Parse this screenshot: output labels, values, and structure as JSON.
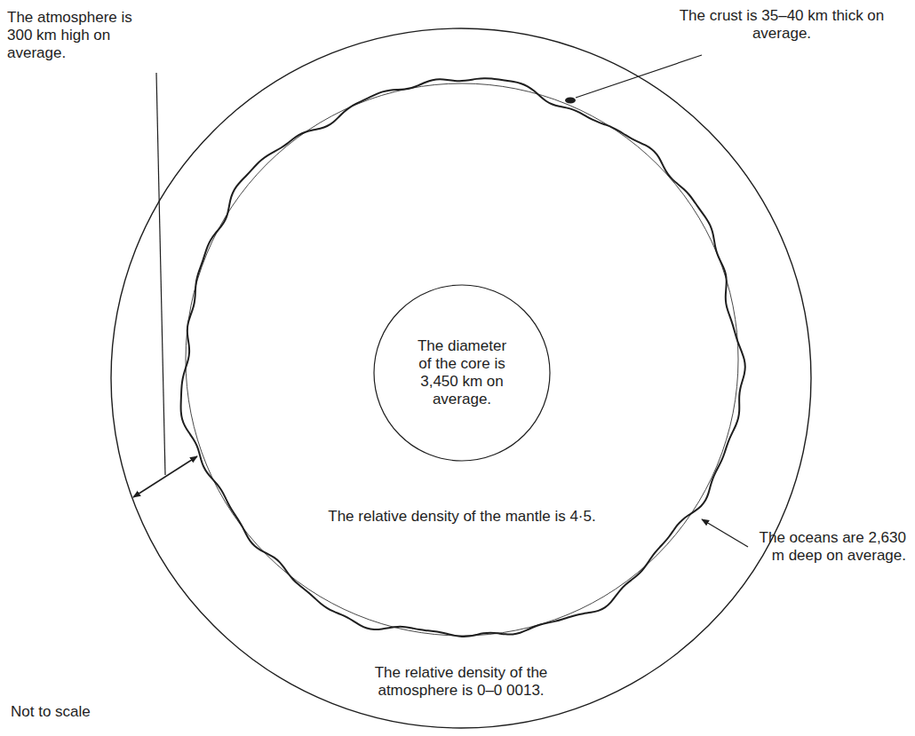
{
  "diagram": {
    "nodes": [
      {
        "text": [
          "The relative density of the atmosphere is 0–0 0013."
        ]
      },
      {
        "text": [
          "The relative density of the mantle is 4·5."
        ],
        "in": 0
      },
      {
        "text": [
          "The diameter of the core is 3,450 km on average."
        ],
        "in": 1
      }
    ],
    "labels": [
      "The atmosphere is 300 km high on average.",
      "The crust is 35–40 km thick on average.",
      "The oceans are 2,630 m deep on average.",
      "Not to scale"
    ]
  }
}
